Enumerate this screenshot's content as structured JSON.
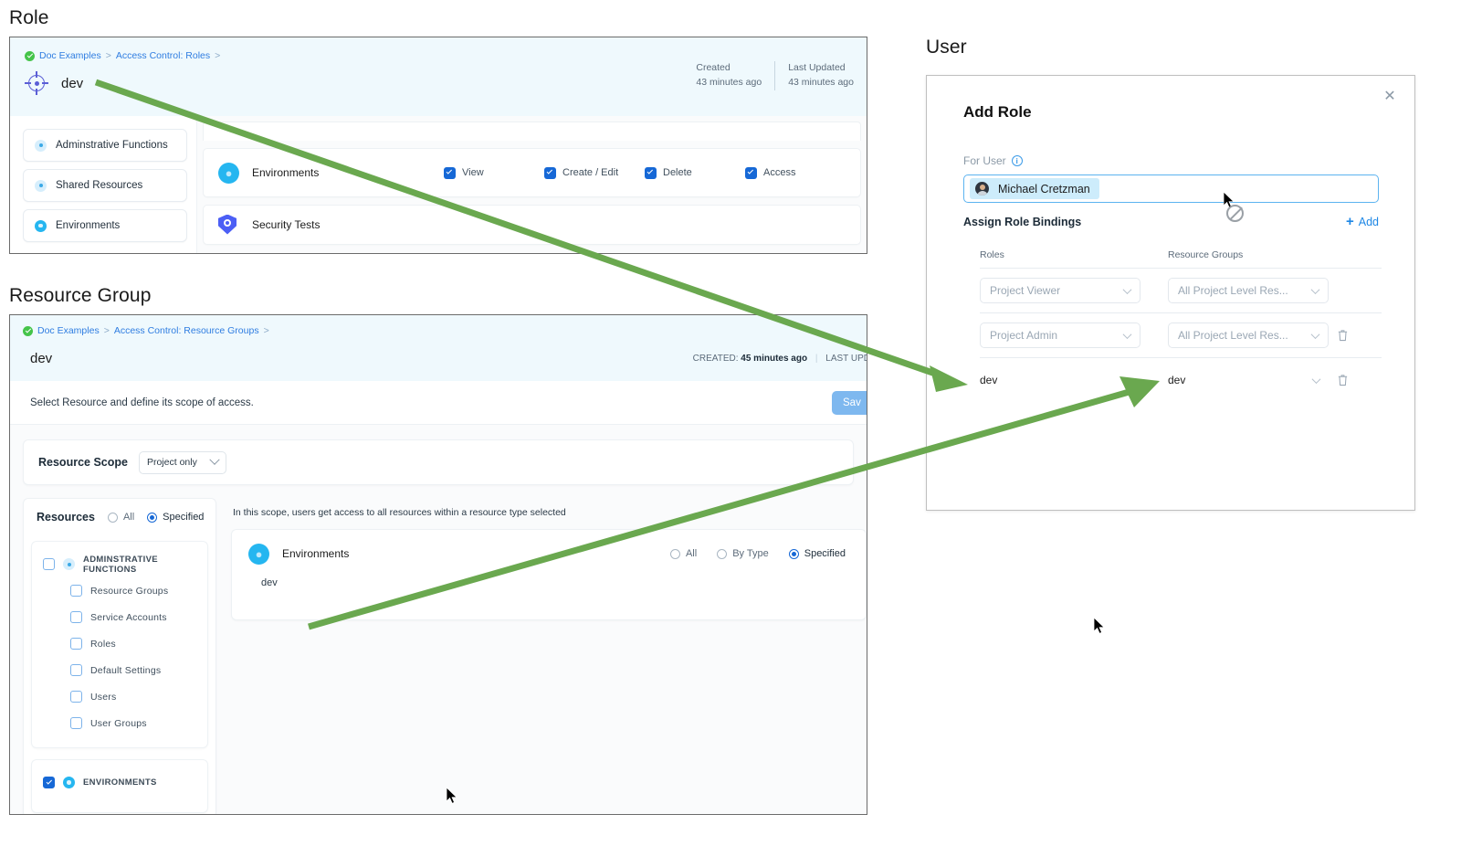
{
  "sections": {
    "role_label": "Role",
    "resource_group_label": "Resource Group",
    "user_label": "User"
  },
  "role_panel": {
    "breadcrumb": {
      "project": "Doc Examples",
      "page": "Access Control: Roles",
      "sep": ">"
    },
    "title": "dev",
    "meta": [
      {
        "label": "Created",
        "value": "43 minutes ago"
      },
      {
        "label": "Last Updated",
        "value": "43 minutes ago"
      }
    ],
    "categories": [
      {
        "label": "Adminstrative Functions",
        "dot": "pale"
      },
      {
        "label": "Shared Resources",
        "dot": "pale"
      },
      {
        "label": "Environments",
        "dot": "bright"
      }
    ],
    "permissions": [
      {
        "name": "Environments",
        "icon": "environments-icon",
        "checks": [
          {
            "label": "View",
            "checked": true
          },
          {
            "label": "Create / Edit",
            "checked": true
          },
          {
            "label": "Delete",
            "checked": true
          },
          {
            "label": "Access",
            "checked": true
          }
        ]
      },
      {
        "name": "Security Tests",
        "icon": "shield-icon",
        "checks": []
      }
    ]
  },
  "resource_group_panel": {
    "breadcrumb": {
      "project": "Doc Examples",
      "page": "Access Control: Resource Groups",
      "sep": ">"
    },
    "title": "dev",
    "meta": {
      "created_label": "CREATED:",
      "created_value": "45 minutes ago",
      "updated_label": "LAST UPD"
    },
    "subtitle": "Select Resource and define its scope of access.",
    "save_label": "Sav",
    "scope": {
      "label": "Resource Scope",
      "value": "Project only"
    },
    "resources": {
      "title": "Resources",
      "options": [
        {
          "label": "All",
          "selected": false
        },
        {
          "label": "Specified",
          "selected": true
        }
      ],
      "groups": [
        {
          "label": "ADMINSTRATIVE FUNCTIONS",
          "checked": false,
          "dot": "pale",
          "children": [
            {
              "label": "Resource Groups",
              "checked": false
            },
            {
              "label": "Service Accounts",
              "checked": false
            },
            {
              "label": "Roles",
              "checked": false
            },
            {
              "label": "Default Settings",
              "checked": false
            },
            {
              "label": "Users",
              "checked": false
            },
            {
              "label": "User Groups",
              "checked": false
            }
          ]
        },
        {
          "label": "ENVIRONMENTS",
          "checked": true,
          "dot": "bright",
          "children": []
        }
      ]
    },
    "scope_pane": {
      "hint": "In this scope, users get access to all resources within a resource type selected",
      "env_card": {
        "name": "Environments",
        "options": [
          {
            "label": "All",
            "selected": false
          },
          {
            "label": "By Type",
            "selected": false
          },
          {
            "label": "Specified",
            "selected": true
          }
        ],
        "items": [
          "dev"
        ]
      }
    }
  },
  "user_dialog": {
    "close_icon": "close-icon",
    "title": "Add Role",
    "for_user_label": "For User",
    "info_icon": "info-icon",
    "user_chip": "Michael Cretzman",
    "bindings_title": "Assign Role Bindings",
    "add_label": "Add",
    "columns": {
      "roles": "Roles",
      "resource_groups": "Resource Groups"
    },
    "rows": [
      {
        "role": "Project Viewer",
        "resource_group": "All Project Level Res...",
        "disabled": true,
        "deletable": false
      },
      {
        "role": "Project Admin",
        "resource_group": "All Project Level Res...",
        "disabled": true,
        "deletable": true
      },
      {
        "role": "dev",
        "resource_group": "dev",
        "disabled": false,
        "deletable": true
      }
    ]
  },
  "annotations": {
    "arrow_color": "#6aa84f",
    "arrows": [
      {
        "from": [
          105,
          90
        ],
        "to": [
          1057,
          420
        ]
      },
      {
        "from": [
          338,
          686
        ],
        "to": [
          1268,
          417
        ]
      }
    ]
  },
  "colors": {
    "panel_header": "#eff9fd",
    "accent_blue": "#1668d6",
    "link_blue": "#2f7de1",
    "arrow_green": "#6aa84f",
    "cyan": "#25b6f0"
  }
}
